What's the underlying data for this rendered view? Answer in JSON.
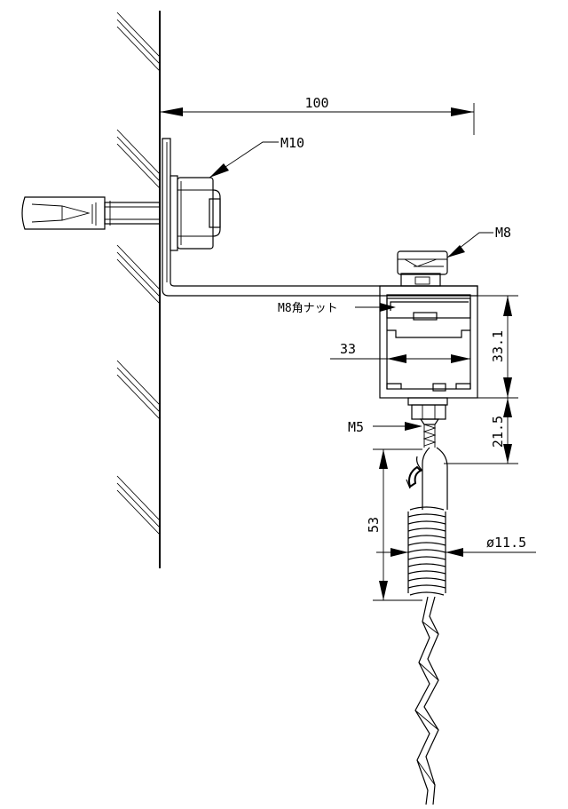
{
  "dimensions": {
    "dim_100": "100",
    "dim_33_1": "33.1",
    "dim_33": "33",
    "dim_21_5": "21.5",
    "dim_53": "53",
    "dim_dia_11_5": "ø11.5"
  },
  "callouts": {
    "m10": "M10",
    "m8": "M8",
    "m8_square_nut": "M8角ナット",
    "m5": "M5"
  }
}
